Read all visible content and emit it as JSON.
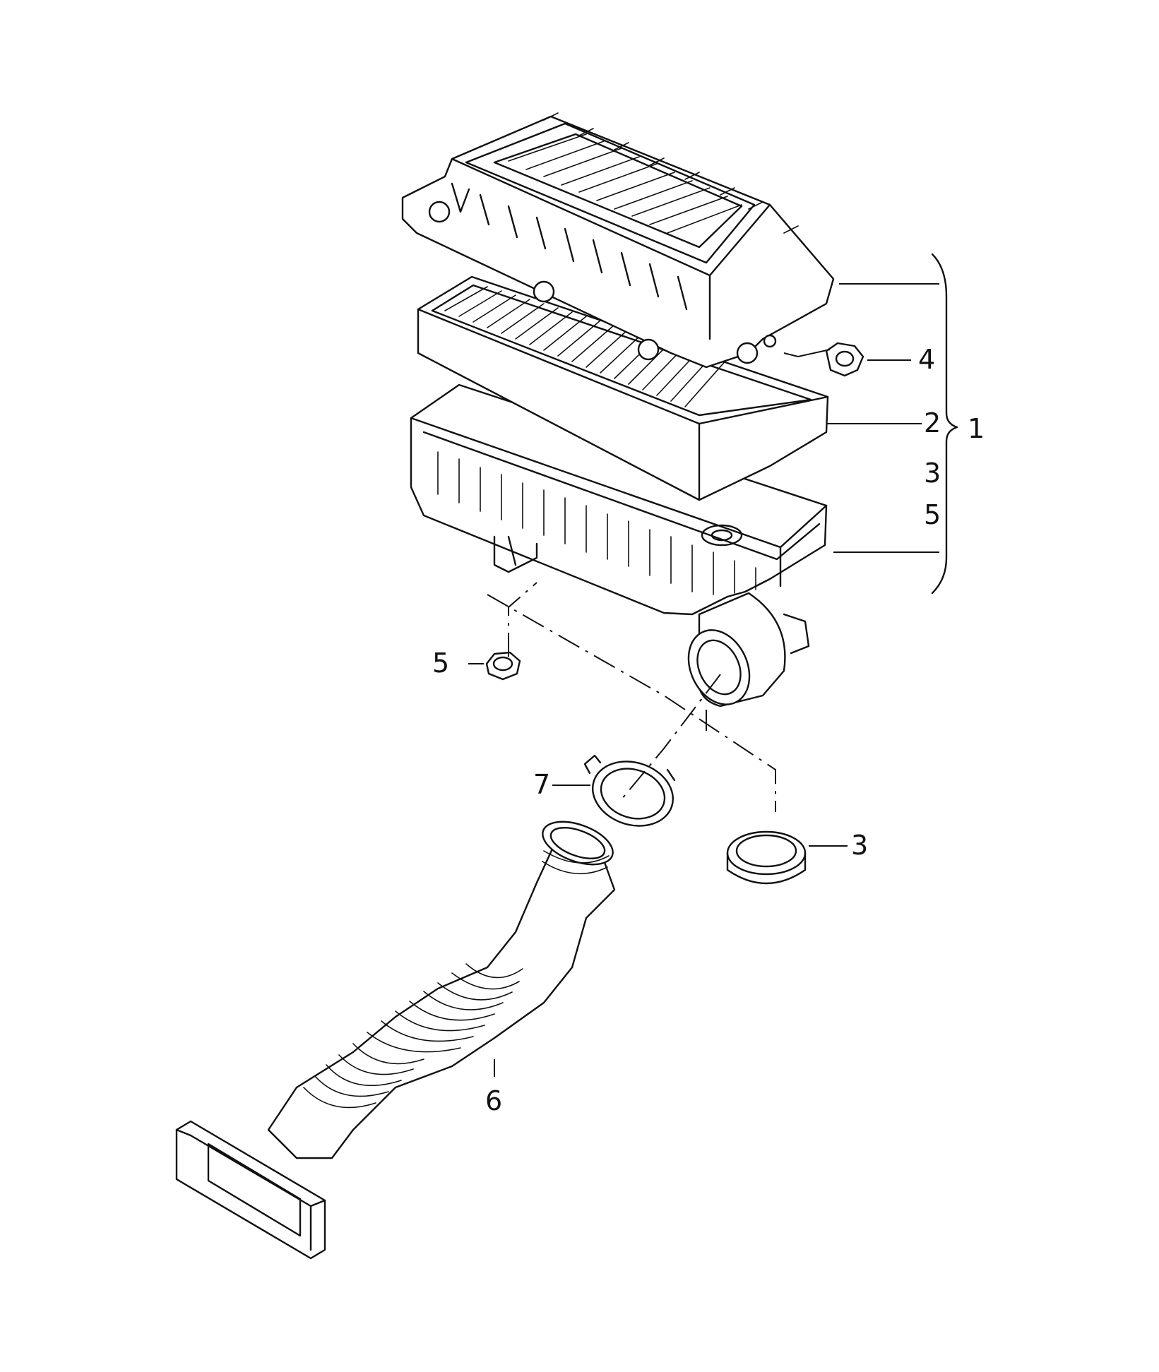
{
  "callouts": {
    "c1": "1",
    "c2": "2",
    "c3_list": "3",
    "c5_list": "5",
    "c4": "4",
    "c5": "5",
    "c7": "7",
    "c3": "3",
    "c6": "6"
  },
  "colors": {
    "ink": "#111111",
    "background": "#ffffff"
  },
  "parts": [
    "air-filter-housing-upper",
    "filter-element",
    "air-filter-housing-lower",
    "nut-4",
    "nut-5",
    "hose-clamp",
    "sealing-ring",
    "intake-hose"
  ]
}
